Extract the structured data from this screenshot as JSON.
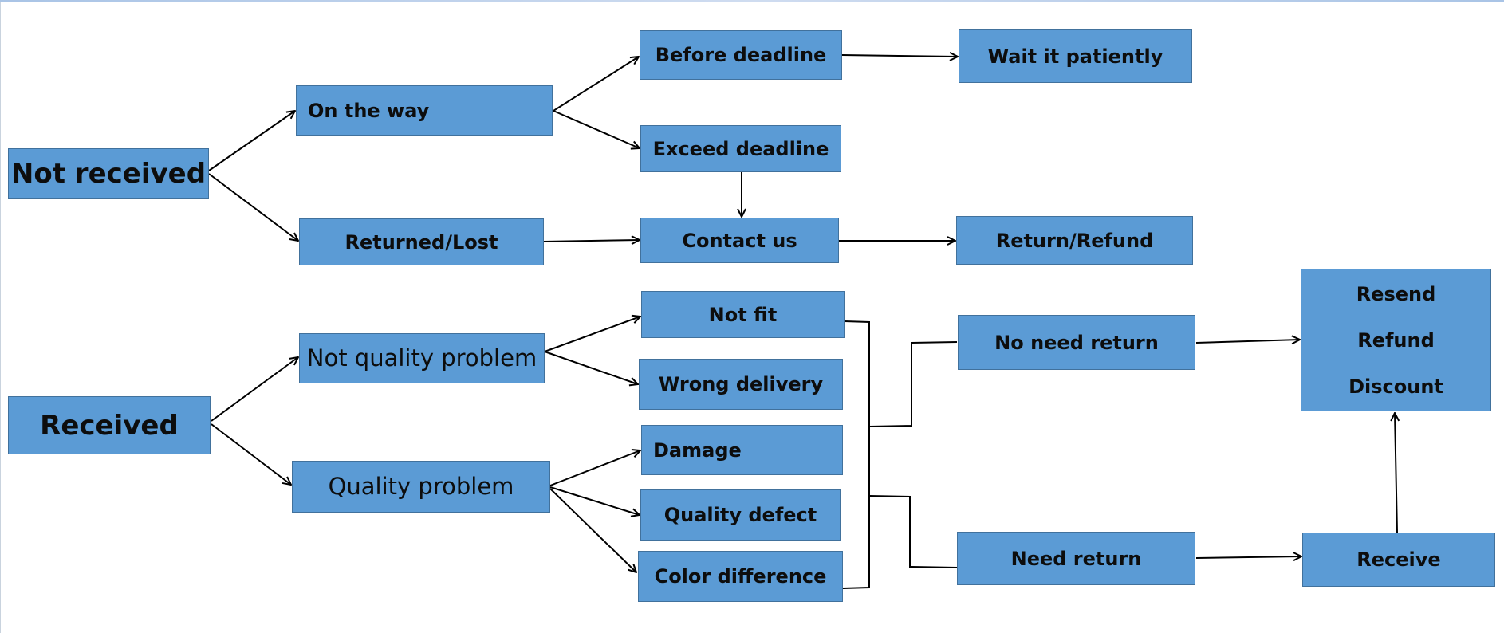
{
  "diagram": {
    "nodes": {
      "not_received": "Not received",
      "on_the_way": "On the way",
      "returned_lost": "Returned/Lost",
      "before_deadline": "Before deadline",
      "exceed_deadline": "Exceed deadline",
      "wait_patiently": "Wait it patiently",
      "contact_us": "Contact us",
      "return_refund": "Return/Refund",
      "received": "Received",
      "not_quality_problem": "Not quality problem",
      "quality_problem": "Quality problem",
      "not_fit": "Not fit",
      "wrong_delivery": "Wrong delivery",
      "damage": "Damage",
      "quality_defect": "Quality defect",
      "color_difference": "Color difference",
      "no_need_return": "No need return",
      "need_return": "Need return",
      "receive": "Receive",
      "remedies": [
        "Resend",
        "Refund",
        "Discount"
      ]
    },
    "colors": {
      "node_fill": "#5b9bd5",
      "node_border": "#41719c",
      "arrow": "#000000"
    }
  }
}
